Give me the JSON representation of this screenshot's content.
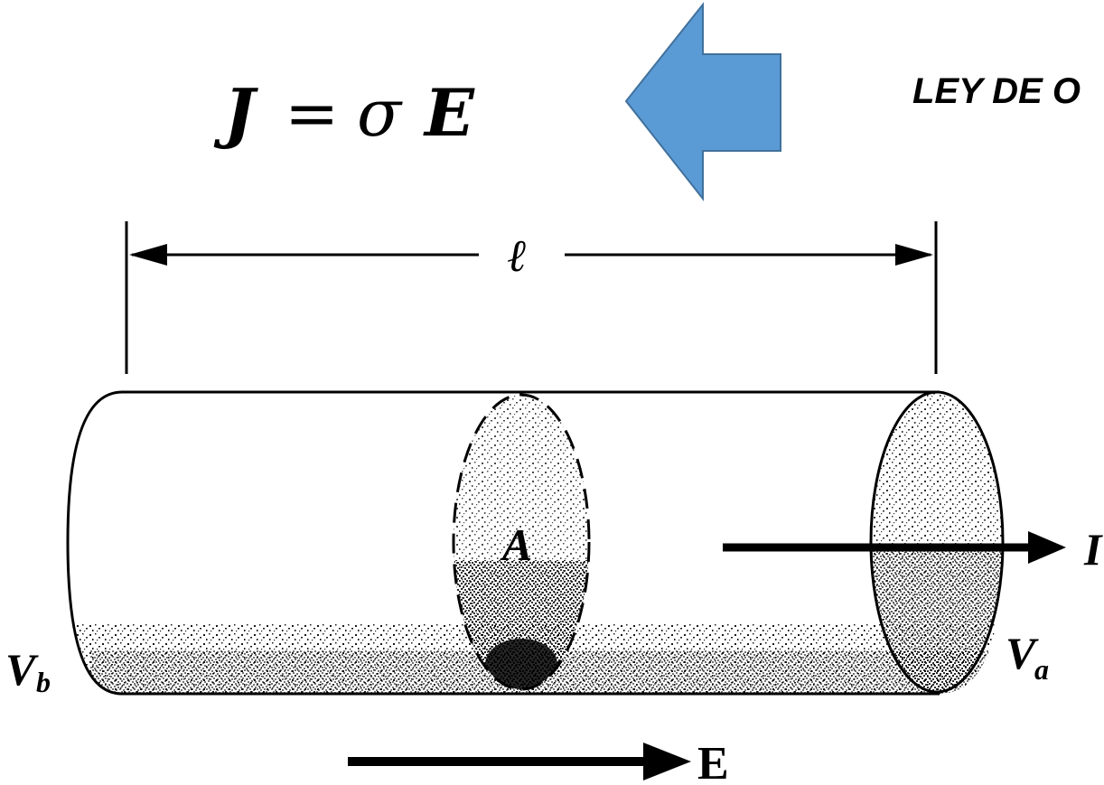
{
  "equation": {
    "lhs": "J",
    "equals": "=",
    "sigma": "σ",
    "rhs": "E"
  },
  "law_title": "LEY DE O",
  "diagram": {
    "length_label": "ℓ",
    "area_label": "A",
    "potential_left": "V",
    "potential_left_sub": "b",
    "potential_right": "V",
    "potential_right_sub": "a",
    "current_label": "I",
    "field_label": "E"
  },
  "colors": {
    "arrow_fill": "#5b9bd5",
    "arrow_stroke": "#41719c",
    "ink": "#000000"
  }
}
